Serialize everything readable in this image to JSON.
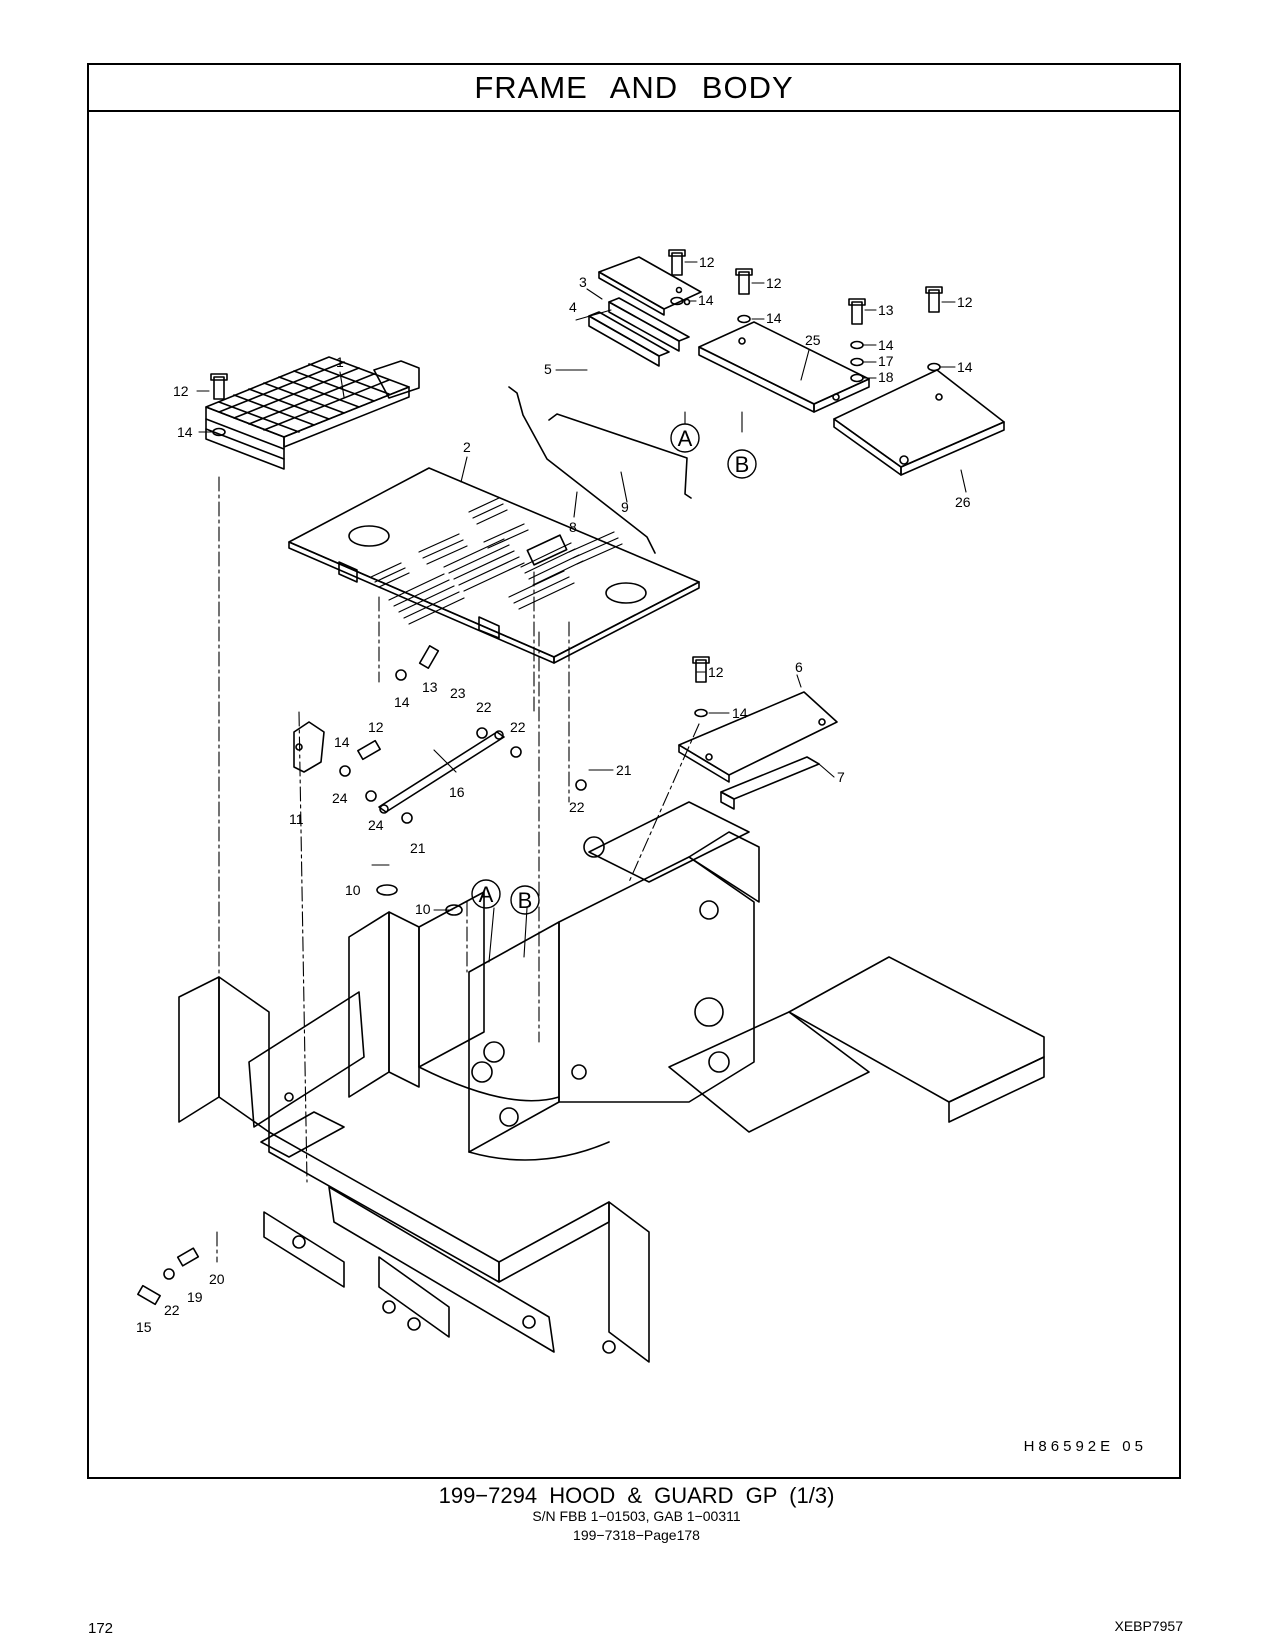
{
  "header": {
    "title": "FRAME AND BODY"
  },
  "drawing": {
    "code": "H86592E  05",
    "callouts": {
      "c1": "1",
      "c2": "2",
      "c3": "3",
      "c4": "4",
      "c5": "5",
      "c6": "6",
      "c7": "7",
      "c8": "8",
      "c9": "9",
      "c10": "10",
      "c11": "11",
      "c12": "12",
      "c13": "13",
      "c14": "14",
      "c15": "15",
      "c16": "16",
      "c17": "17",
      "c18": "18",
      "c19": "19",
      "c20": "20",
      "c21": "21",
      "c22": "22",
      "c23": "23",
      "c24": "24",
      "c25": "25",
      "c26": "26"
    },
    "refs": {
      "a": "A",
      "b": "B"
    }
  },
  "caption": {
    "line1": "199−7294  HOOD & GUARD GP (1/3)",
    "line2": "S/N FBB 1−01503, GAB 1−00311",
    "line3": "199−7318−Page178"
  },
  "footer": {
    "page": "172",
    "doc": "XEBP7957"
  }
}
